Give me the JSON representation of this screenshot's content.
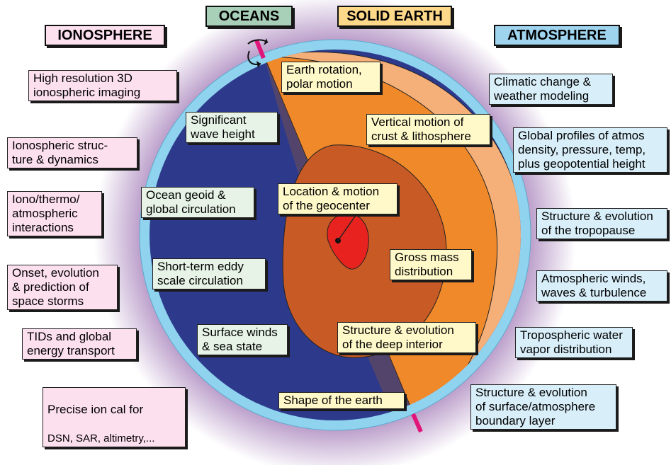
{
  "headers": {
    "ionosphere": "IONOSPHERE",
    "oceans": "OCEANS",
    "solid_earth": "SOLID EARTH",
    "atmosphere": "ATMOSPHERE"
  },
  "ionosphere_items": [
    "High resolution 3D\nionospheric imaging",
    "Ionospheric struc-\nture & dynamics",
    "Iono/thermo/\natmospheric\ninteractions",
    "Onset, evolution\n& prediction of\nspace storms",
    "TIDs and global\nenergy transport"
  ],
  "ionosphere_last": {
    "line1": "Precise ion cal for",
    "line2": "DSN, SAR, altimetry,..."
  },
  "ocean_items": [
    "Significant\nwave height",
    "Ocean geoid &\nglobal circulation",
    "Short-term eddy\nscale circulation",
    "Surface winds\n& sea state"
  ],
  "solid_items": [
    "Earth rotation,\npolar motion",
    "Vertical motion of\ncrust & lithosphere",
    "Location & motion\nof the geocenter",
    "Gross mass\ndistribution",
    "Structure & evolution\nof the deep interior",
    "Shape of the earth"
  ],
  "atmo_items": [
    "Climatic change &\nweather modeling",
    "Global profiles of atmos\ndensity, pressure, temp,\nplus geopotential height",
    "Structure & evolution\nof the tropopause",
    "Atmospheric winds,\nwaves & turbulence",
    "Tropospheric water\nvapor distribution",
    "Structure & evolution\nof surface/atmosphere\nboundary layer"
  ],
  "colors": {
    "ionosphere": "#fde0ee",
    "oceans": "#e6f3e6",
    "solid_earth": "#fff8c8",
    "atmosphere": "#d8eef9",
    "ocean_fill": "#2d3a8c",
    "crust": "#f5b07a",
    "mantle": "#f0892a",
    "outer_core": "#c85a25",
    "inner_core": "#e8221e",
    "sky_ring": "#8fd3ef"
  }
}
